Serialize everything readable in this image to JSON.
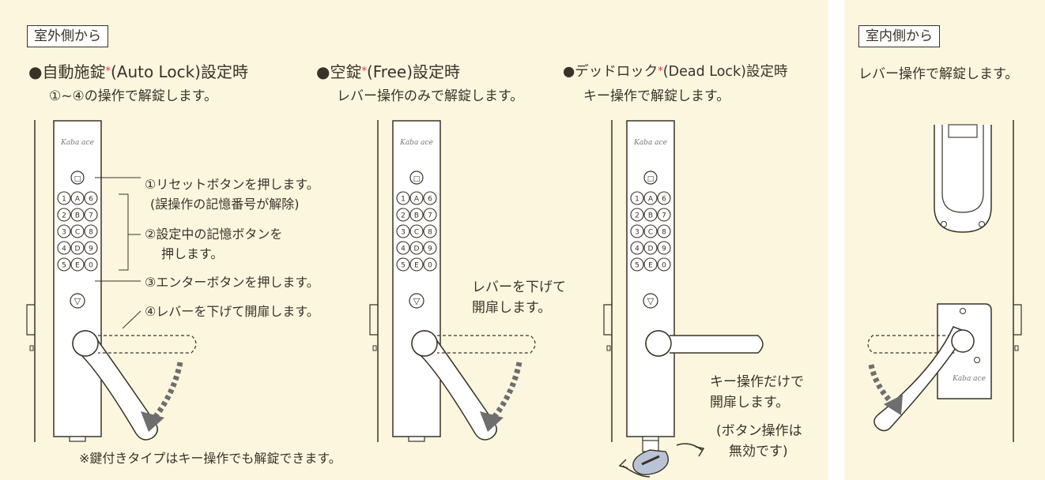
{
  "outside": {
    "tag": "室外側から",
    "modes": [
      {
        "bullet": "●",
        "name": "自動施錠",
        "asterisk": "*",
        "name_en": "(Auto Lock)設定時",
        "desc": "①~④の操作で解錠します。",
        "steps": [
          "①リセットボタンを押します。",
          "(誤操作の記憶番号が解除)",
          "②設定中の記憶ボタンを",
          "押します。",
          "③エンターボタンを押します。",
          "④レバーを下げて開扉します。"
        ]
      },
      {
        "bullet": "●",
        "name": "空錠",
        "asterisk": "*",
        "name_en": "(Free)設定時",
        "desc": "レバー操作のみで解錠します。",
        "callout": [
          "レバーを下げて",
          "開扉します。"
        ]
      },
      {
        "bullet": "●",
        "name": "デッドロック",
        "asterisk": "*",
        "name_en": "(Dead Lock)設定時",
        "desc": "キー操作で解錠します。",
        "callout": [
          "キー操作だけで",
          "開扉します。",
          "(ボタン操作は",
          "無効です)"
        ]
      }
    ],
    "footnote": "※鍵付きタイプはキー操作でも解錠できます。"
  },
  "inside": {
    "tag": "室内側から",
    "desc": "レバー操作で解錠します。"
  },
  "device": {
    "brand": "Kaba ace",
    "reset_key": "□",
    "keypad": [
      [
        "1",
        "A",
        "6"
      ],
      [
        "2",
        "B",
        "7"
      ],
      [
        "3",
        "C",
        "8"
      ],
      [
        "4",
        "D",
        "9"
      ],
      [
        "5",
        "E",
        "0"
      ]
    ],
    "enter_key": "▽"
  },
  "colors": {
    "panel": "#fdf6df",
    "ink": "#3a3228",
    "asterisk": "#e0303e",
    "arrow": "#6e6e6e"
  }
}
